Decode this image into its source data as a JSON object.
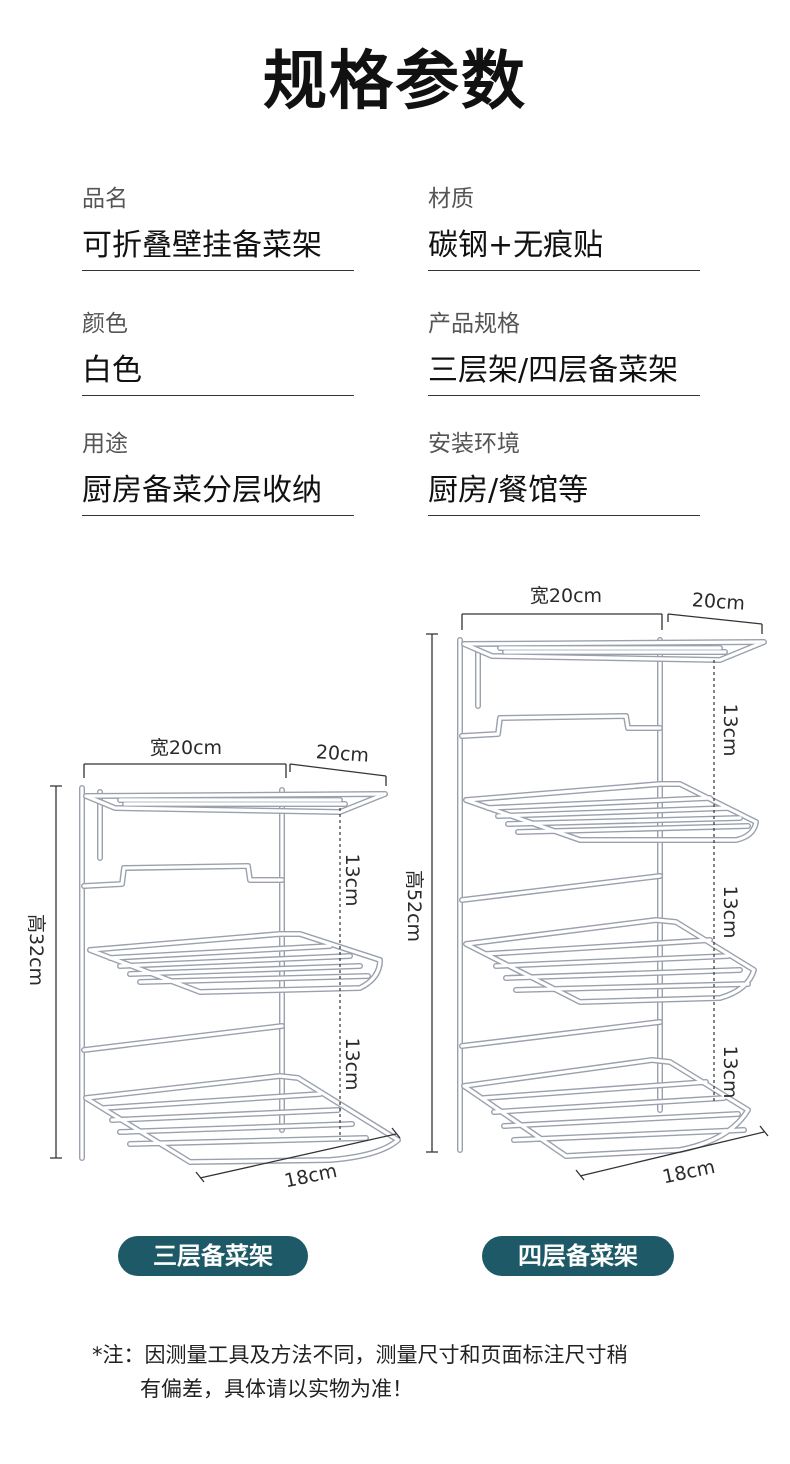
{
  "title": "规格参数",
  "specs": [
    {
      "label": "品名",
      "value": "可折叠壁挂备菜架"
    },
    {
      "label": "材质",
      "value": "碳钢+无痕贴"
    },
    {
      "label": "颜色",
      "value": "白色"
    },
    {
      "label": "产品规格",
      "value": "三层架/四层备菜架"
    },
    {
      "label": "用途",
      "value": "厨房备菜分层收纳"
    },
    {
      "label": "安装环境",
      "value": "厨房/餐馆等"
    }
  ],
  "rack_three": {
    "width_label": "宽20cm",
    "depth_label": "20cm",
    "gap1_label": "13cm",
    "gap2_label": "13cm",
    "height_label": "高32cm",
    "length_label": "18cm",
    "name": "三层备菜架"
  },
  "rack_four": {
    "width_label": "宽20cm",
    "depth_label": "20cm",
    "gap1_label": "13cm",
    "gap2_label": "13cm",
    "gap3_label": "13cm",
    "height_label": "高52cm",
    "length_label": "18cm",
    "name": "四层备菜架"
  },
  "note": {
    "line1": "*注：因测量工具及方法不同，测量尺寸和页面标注尺寸稍",
    "line2": "有偏差，具体请以实物为准！"
  },
  "colors": {
    "pill_bg": "#1d5966",
    "wire": "#d7dbe2",
    "wire_edge": "#9aa1ad"
  }
}
